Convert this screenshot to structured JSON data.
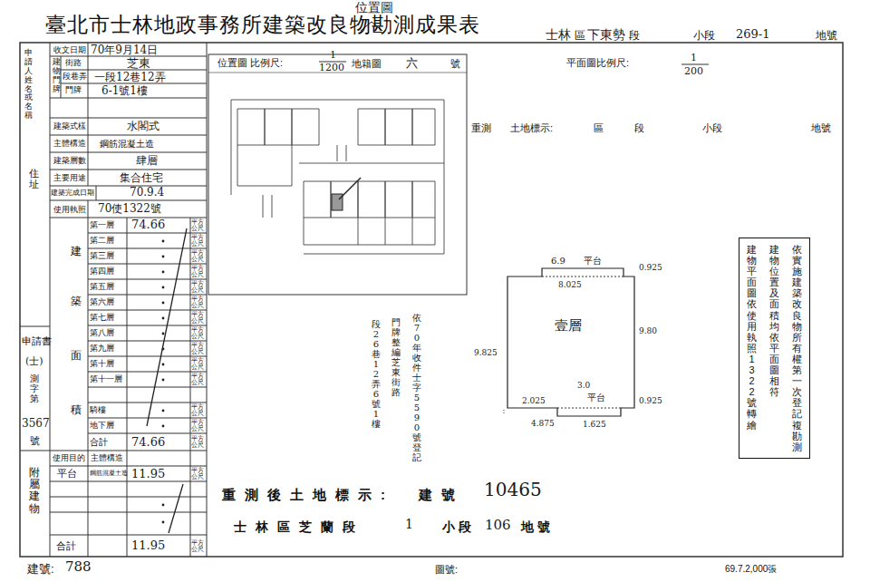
{
  "diagram": {
    "title": "臺北市士林地政事務所建築改良物勘測成果表",
    "nodes": [
      {
        "text": [
          "依實施建築改良物所有權第一次登記複勘測",
          "建物位置及面積均依平面圖相符",
          "建物平面圖依使用執照1322號轉繪"
        ]
      }
    ],
    "labels": [
      "位置圖",
      "士林",
      "區",
      "下東勢",
      "段",
      "小段",
      "269-1",
      "地號",
      "申請人姓名或名稱",
      "住址",
      "建物門牌",
      "收文日期",
      "70年9月14日",
      "街路",
      "芝東",
      "段巷弄",
      "一段12巷12弄",
      "門牌",
      "6-1號1樓",
      "建築式樣",
      "水閣式",
      "主體構造",
      "鋼筋混凝土造",
      "建築層數",
      "肆層",
      "主要用途",
      "集合住宅",
      "建築完成日期",
      "70.9.4",
      "使用執照",
      "70使1322號",
      "第一層",
      "第二層",
      "第三層",
      "第四層",
      "第五層",
      "第六層",
      "第七層",
      "第八層",
      "第九層",
      "第十層",
      "第十一層",
      "騎樓",
      "地下層",
      "合計",
      "74.66",
      "74.66",
      "建",
      "築",
      "面",
      "積",
      "平方公尺",
      "平方公尺",
      "平方公尺",
      "平方公尺",
      "平方公尺",
      "平方公尺",
      "平方公尺",
      "平方公尺",
      "平方公尺",
      "平方公尺",
      "平方公尺",
      "平方公尺",
      "平方公尺",
      "平方公尺",
      "申請書",
      "(士)",
      "測字第",
      "3567",
      "號",
      "附屬建物",
      "使用目的",
      "主體構造",
      "平台",
      "鋼筋混凝土造",
      "11.95",
      "平方公尺",
      "合計",
      "11.95",
      "平方公尺",
      "建號:",
      "788",
      "圖號:",
      "69.7.2,000張",
      "位置圖",
      "比例尺:",
      "1",
      "1200",
      "地籍圖",
      "六",
      "號",
      "平面圖比例尺:",
      "1",
      "200",
      "重測",
      "土地標示:",
      "區",
      "段",
      "小段",
      "地號",
      "依70年收件士字5590號登記",
      "門牌整編芝東街路",
      "段26巷12弄6號1樓",
      "壹層",
      "6.9",
      "平台",
      "0.925",
      "8.025",
      "9.80",
      "9.825",
      "3.0",
      "2.025",
      "平台",
      "0.925",
      "4.875",
      "1.625",
      "重測後土地標示:",
      "建號",
      "10465",
      "士林區芝蘭段",
      "1",
      "小段",
      "106",
      "地號"
    ]
  }
}
